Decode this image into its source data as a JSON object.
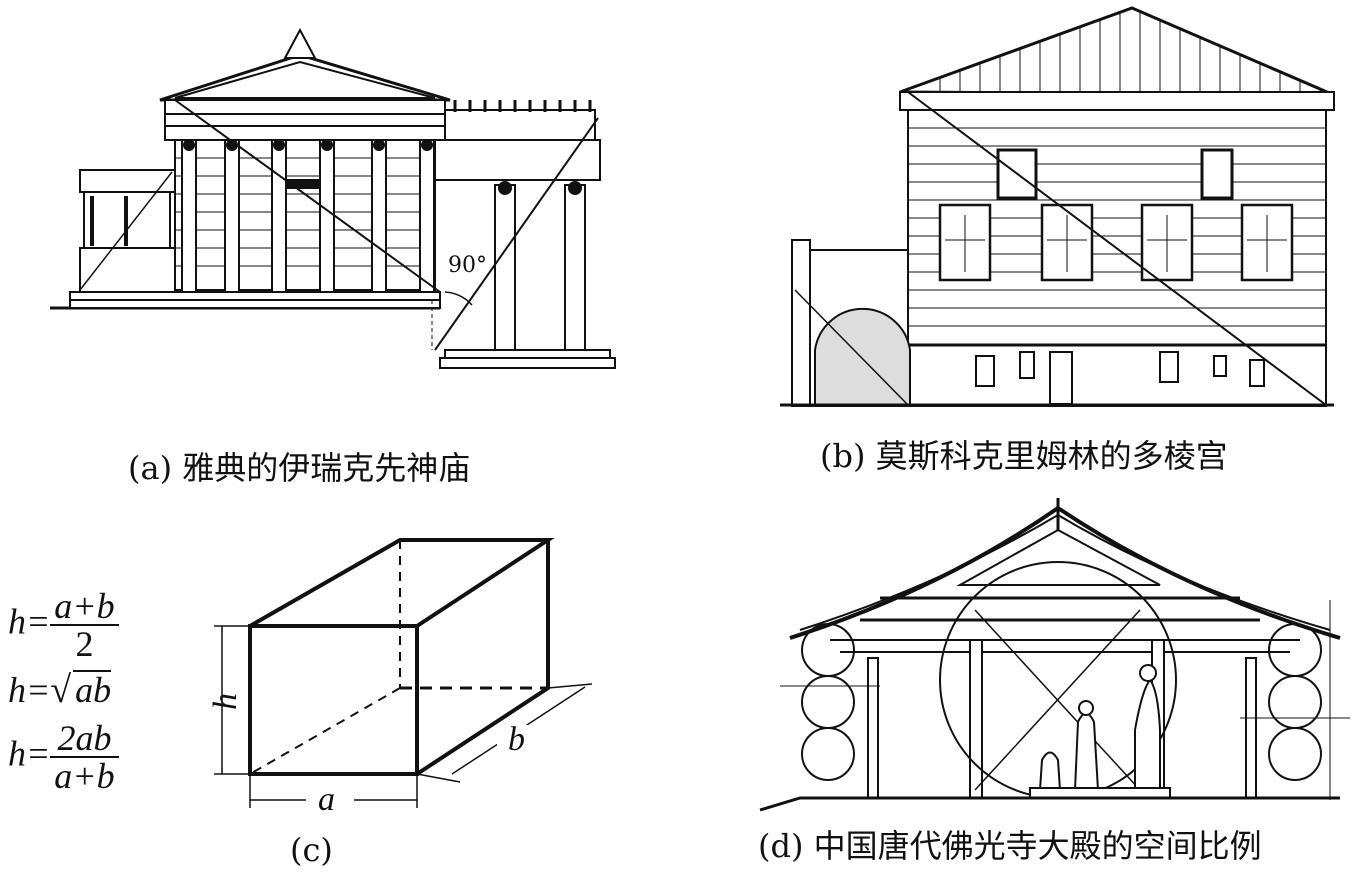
{
  "panels": {
    "a": {
      "caption": "(a) 雅典的伊瑞克先神庙",
      "angle_label": "90°"
    },
    "b": {
      "caption": "(b) 莫斯科克里姆林的多棱宫"
    },
    "c": {
      "caption": "(c)",
      "formulas": [
        {
          "lhs": "h=",
          "num": "a+b",
          "den": "2"
        },
        {
          "lhs": "h=",
          "radical": "√",
          "radicand": "ab"
        },
        {
          "lhs": "h=",
          "num": "2ab",
          "den": "a+b"
        }
      ],
      "dim_h": "h",
      "dim_a": "a",
      "dim_b": "b"
    },
    "d": {
      "caption": "(d) 中国唐代佛光寺大殿的空间比例"
    }
  }
}
